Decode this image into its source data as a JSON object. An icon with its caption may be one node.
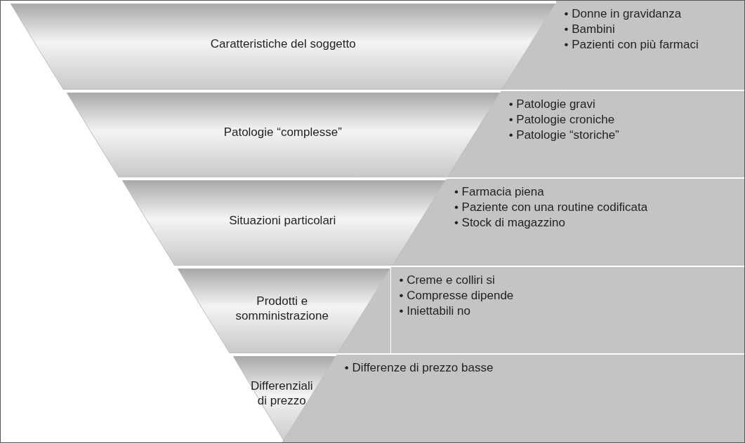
{
  "diagram": {
    "nodes": [
      {
        "text": [
          "Caratteristiche del soggetto"
        ]
      },
      {
        "text": [
          "• Donne in gravidanza",
          "• Bambini",
          "• Pazienti con più farmaci"
        ]
      },
      {
        "text": [
          "Patologie “complesse”"
        ]
      },
      {
        "text": [
          "• Patologie gravi",
          "• Patologie croniche",
          "• Patologie “storiche”"
        ]
      },
      {
        "text": [
          "Situazioni particolari"
        ]
      },
      {
        "text": [
          "• Farmacia piena",
          "• Paziente con una routine codificata",
          "• Stock di magazzino"
        ]
      },
      {
        "text": [
          "Prodotti e somministrazione"
        ]
      },
      {
        "text": [
          "• Creme e colliri si",
          "• Compresse dipende",
          "• Iniettabili no"
        ]
      },
      {
        "text": [
          "Differenziali di prezzo"
        ]
      },
      {
        "text": [
          "• Differenze di prezzo basse"
        ]
      }
    ],
    "edges": []
  }
}
